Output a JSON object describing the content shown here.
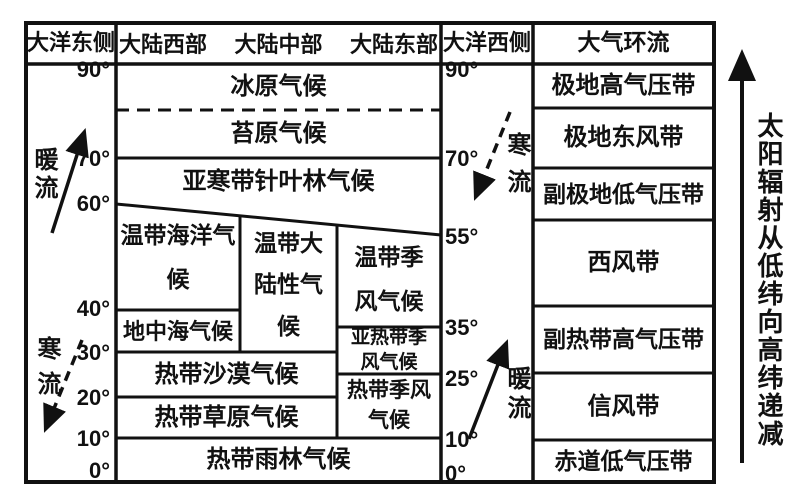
{
  "headers": {
    "ocean_east": "大洋东侧",
    "continent_west": "大陆西部",
    "continent_middle": "大陆中部",
    "continent_east": "大陆东部",
    "ocean_west": "大洋西侧",
    "circulation": "大气环流"
  },
  "latitudes_left": [
    "90°",
    "70°",
    "60°",
    "40°",
    "30°",
    "20°",
    "10°",
    "0°"
  ],
  "latitudes_right": [
    "90°",
    "70°",
    "55°",
    "35°",
    "25°",
    "10°",
    "0°"
  ],
  "currents": {
    "left_warm": "暖流",
    "left_cold": "寒流",
    "right_cold": "寒流",
    "right_warm": "暖流"
  },
  "climates": {
    "ice_cap": "冰原气候",
    "tundra": "苔原气候",
    "subarctic": "亚寒带针叶林气候",
    "temperate_oceanic": "温带海洋气候",
    "mediterranean": "地中海气候",
    "temperate_continental": "温带大陆性气候",
    "temperate_monsoon": "温带季风气候",
    "subtropical_monsoon": "亚热带季风气候",
    "tropical_monsoon": "热带季风气候",
    "tropical_desert": "热带沙漠气候",
    "tropical_savanna": "热带草原气候",
    "tropical_rainforest": "热带雨林气候"
  },
  "circulation_belts": [
    "极地高气压带",
    "极地东风带",
    "副极地低气压带",
    "西风带",
    "副热带高气压带",
    "信风带",
    "赤道低气压带"
  ],
  "side_note": "太阳辐射从低纬向高纬递减",
  "colors": {
    "line": "#111111",
    "background": "#ffffff",
    "text": "#111111"
  }
}
